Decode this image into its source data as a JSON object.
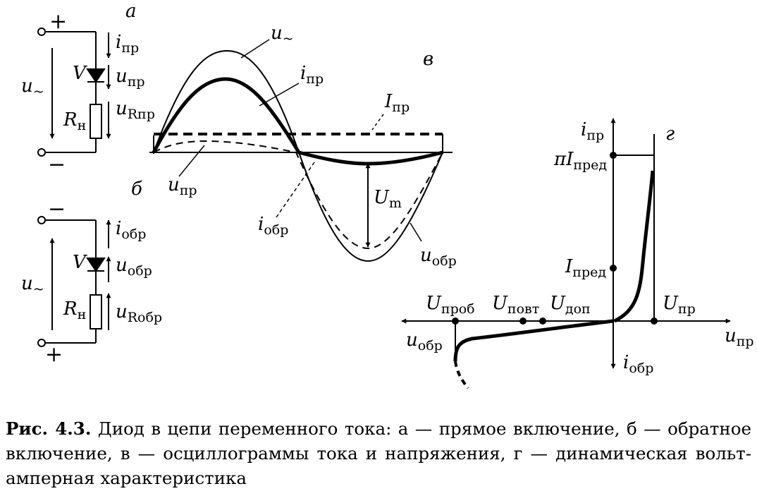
{
  "panels": {
    "a": "а",
    "b": "б",
    "v": "в",
    "g": "г"
  },
  "circuit_a": {
    "plus": "+",
    "minus": "−",
    "source_main": "u",
    "source_sub": "~",
    "diode_label": "V",
    "i_main": "i",
    "i_sub": "пр",
    "ud_main": "u",
    "ud_sub": "пр",
    "ur_main": "u",
    "ur_sub": "Rпр",
    "r_main": "R",
    "r_sub": "н"
  },
  "circuit_b": {
    "minus": "−",
    "plus": "+",
    "source_main": "u",
    "source_sub": "~",
    "diode_label": "V",
    "i_main": "i",
    "i_sub": "обр",
    "ud_main": "u",
    "ud_sub": "обр",
    "ur_main": "u",
    "ur_sub": "Rобр",
    "r_main": "R",
    "r_sub": "н"
  },
  "oscillogram": {
    "u_tilde_main": "u",
    "u_tilde_sub": "~",
    "i_pr_main": "i",
    "i_pr_sub": "пр",
    "I_pr_main": "I",
    "I_pr_sub": "пр",
    "u_pr_main": "u",
    "u_pr_sub": "пр",
    "i_obr_main": "i",
    "i_obr_sub": "обр",
    "Um_main": "U",
    "Um_sub": "m",
    "u_obr_main": "u",
    "u_obr_sub": "обр"
  },
  "vac": {
    "i_pr_main": "i",
    "i_pr_sub": "пр",
    "pi_main": "πI",
    "pi_sub": "пред",
    "I_pred_main": "I",
    "I_pred_sub": "пред",
    "U_prob_main": "U",
    "U_prob_sub": "проб",
    "U_povt_main": "U",
    "U_povt_sub": "повт",
    "U_dop_main": "U",
    "U_dop_sub": "доп",
    "U_pr_main": "U",
    "U_pr_sub": "пр",
    "u_obr_main": "u",
    "u_obr_sub": "обр",
    "u_pr_main": "u",
    "u_pr_sub": "пр",
    "i_obr_main": "i",
    "i_obr_sub": "обр"
  },
  "caption": {
    "label": "Рис. 4.3.",
    "text": " Диод в цепи переменного тока: а — прямое включение, б — обратное включение, в — осциллограммы тока и напряжения, г — динамическая вольт-амперная характеристика"
  }
}
